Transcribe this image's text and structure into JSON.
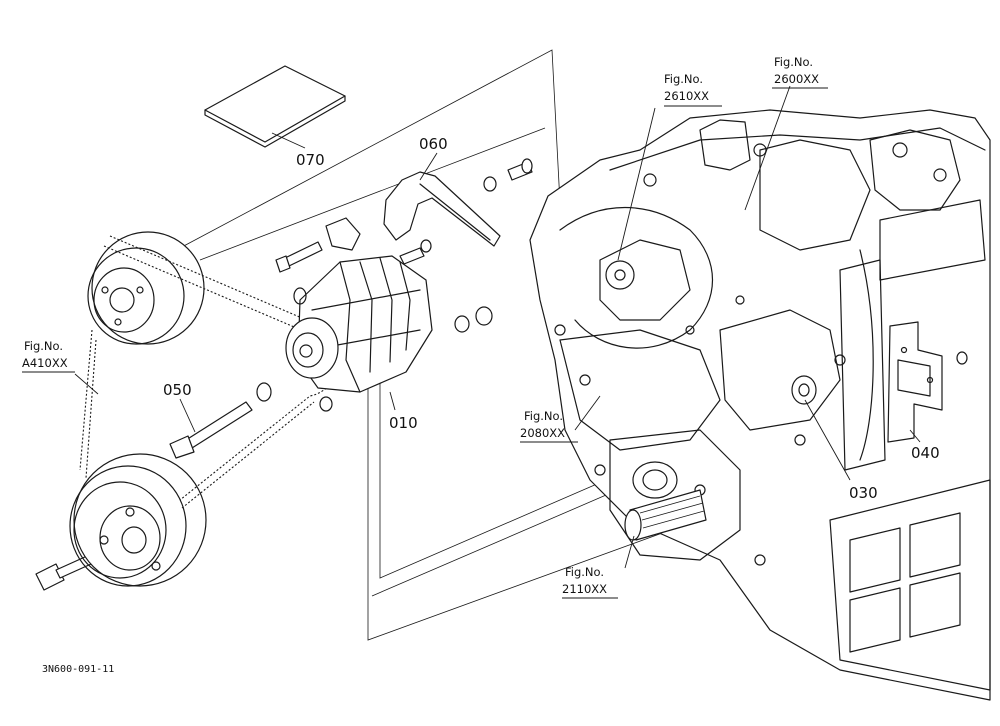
{
  "drawing_code": "3N600-091-11",
  "part_labels": {
    "p010": "010",
    "p030": "030",
    "p040": "040",
    "p050": "050",
    "p060": "060",
    "p070": "070"
  },
  "figure_refs": {
    "fig_2610": {
      "line1": "Fig.No.",
      "line2": "2610XX"
    },
    "fig_2600": {
      "line1": "Fig.No.",
      "line2": "2600XX"
    },
    "fig_a410": {
      "line1": "Fig.No.",
      "line2": "A410XX"
    },
    "fig_2080": {
      "line1": "Fig.No.",
      "line2": "2080XX"
    },
    "fig_2110": {
      "line1": "Fig.No.",
      "line2": "2110XX"
    }
  }
}
